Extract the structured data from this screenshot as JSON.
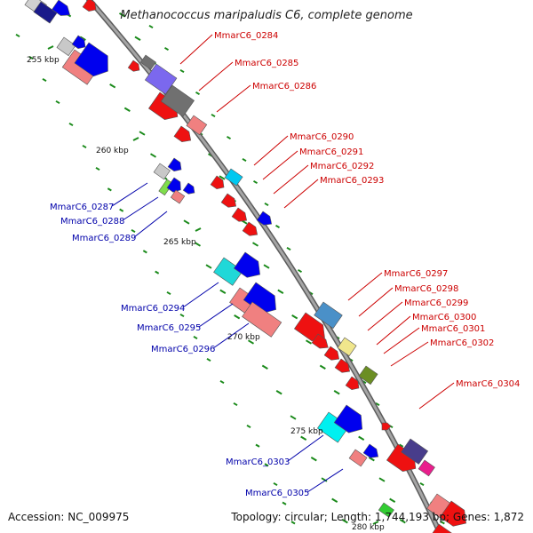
{
  "map": {
    "title": "Methanococcus maripaludis C6, complete genome",
    "accession_text": "Accession: NC_009975",
    "topology_text": "Topology: circular; Length: 1,744,193 bp; Genes: 1,872",
    "ticks": [
      "255 kbp",
      "260 kbp",
      "265 kbp",
      "270 kbp",
      "275 kbp",
      "280 kbp"
    ],
    "forward_labels": [
      "MmarC6_0284",
      "MmarC6_0285",
      "MmarC6_0286",
      "MmarC6_0290",
      "MmarC6_0291",
      "MmarC6_0292",
      "MmarC6_0293",
      "MmarC6_0297",
      "MmarC6_0298",
      "MmarC6_0299",
      "MmarC6_0300",
      "MmarC6_0301",
      "MmarC6_0302",
      "MmarC6_0304"
    ],
    "reverse_labels": [
      "MmarC6_0287",
      "MmarC6_0288",
      "MmarC6_0289",
      "MmarC6_0294",
      "MmarC6_0295",
      "MmarC6_0296",
      "MmarC6_0303",
      "MmarC6_0305"
    ],
    "colors": {
      "forward_cds": "#ff0000",
      "reverse_cds": "#0000ee",
      "forward_label": "#cc0000",
      "reverse_label": "#0000aa",
      "backbone": "#8c8c8c",
      "tick_mark": "#1a8a1a"
    }
  }
}
